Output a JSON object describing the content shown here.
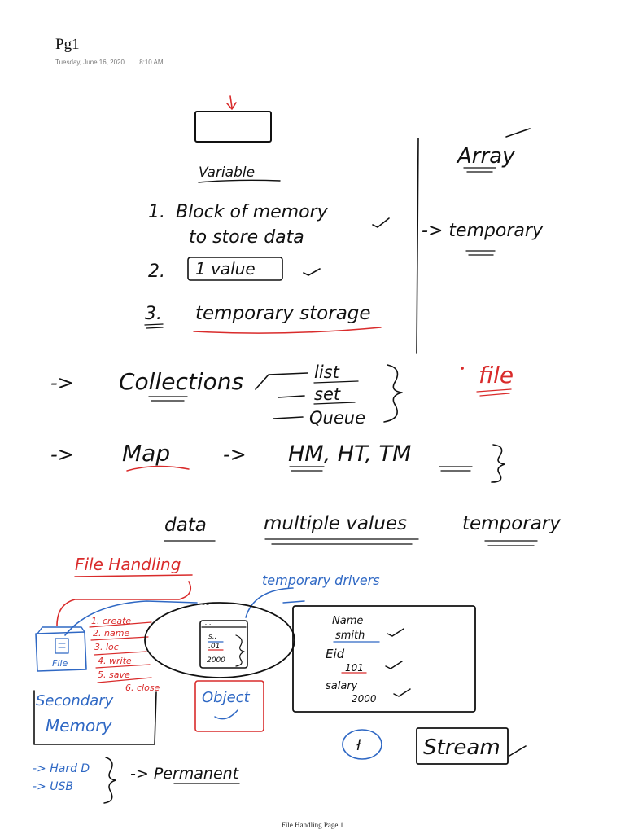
{
  "page": {
    "title": "Pg1",
    "date": "Tuesday, June 16, 2020",
    "time": "8:10 AM",
    "footer": "File Handling Page 1"
  },
  "colors": {
    "ink": "#111111",
    "red": "#d92b2b",
    "blue": "#2f68c4"
  },
  "notes": {
    "variable": {
      "heading": "Variable",
      "n1": "1.",
      "p1": "Block of memory",
      "p1b": "to store data",
      "n2": "2.",
      "p2": "1 value",
      "n3": "3.",
      "p3": "temporary storage"
    },
    "array": {
      "heading": "Array",
      "point": "-> temporary"
    },
    "collections": {
      "arrow": "->",
      "label": "Collections",
      "items": [
        "list",
        "set",
        "Queue"
      ],
      "file": "file"
    },
    "map": {
      "arrow": "->",
      "label": "Map",
      "to": "->",
      "types": "HM, HT, TM"
    },
    "summary": {
      "a": "data",
      "b": "multiple values",
      "c": "temporary"
    },
    "file_handling": {
      "heading": "File Handling",
      "driver": "temporary drivers",
      "file_label": "File",
      "steps": [
        "1. create",
        "2. name",
        "3. loc",
        "4. write",
        "5. save",
        "6. close"
      ],
      "object": "Object",
      "mini_obj": [
        ". .",
        "s..",
        ".01",
        "2000"
      ],
      "secondary": [
        "Secondary",
        "Memory"
      ],
      "record": {
        "name_label": "Name",
        "name_value": "smith",
        "eid_label": "Eid",
        "eid_value": "101",
        "salary_label": "salary",
        "salary_value": "2000"
      },
      "stream": "Stream",
      "stream_icon": "ł",
      "storage": [
        "-> Hard D",
        "-> USB"
      ],
      "permanent": "-> Permanent"
    }
  }
}
